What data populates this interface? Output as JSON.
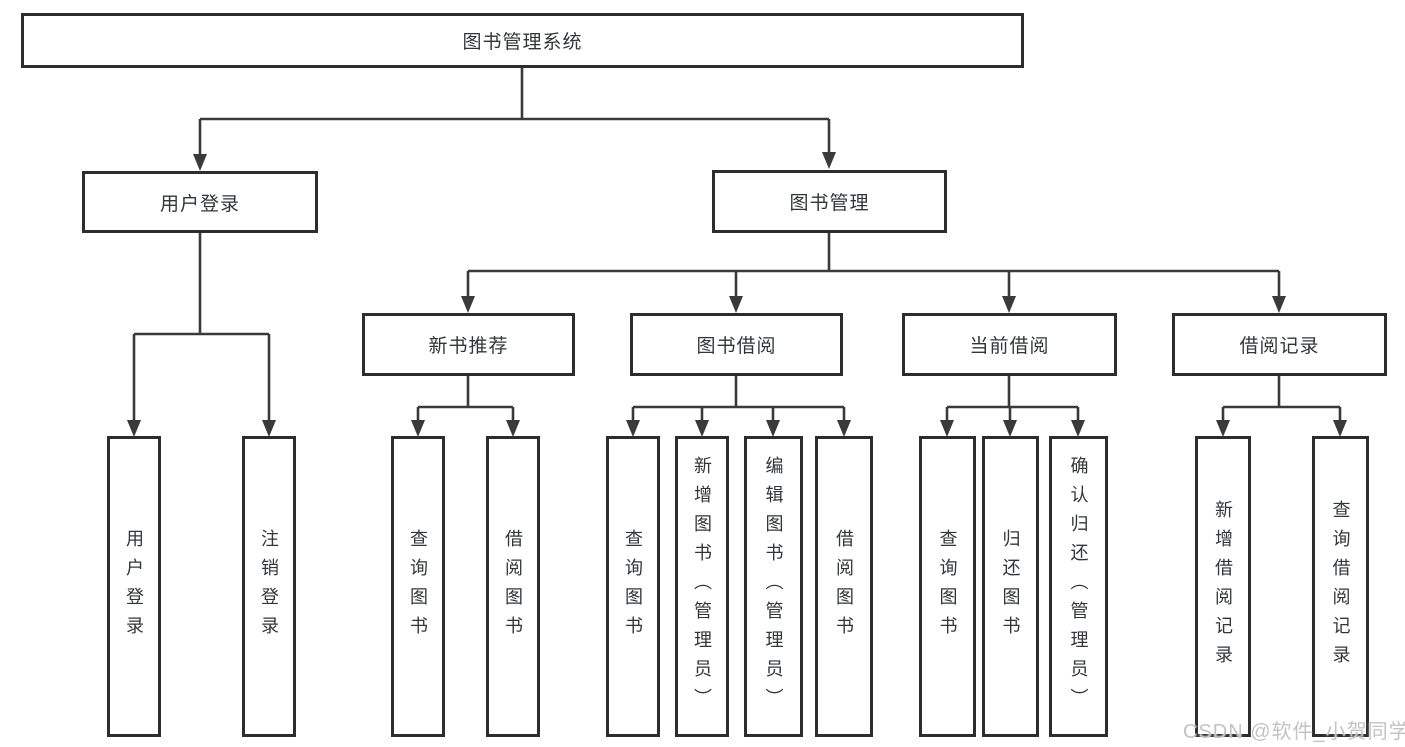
{
  "colors": {
    "line": "#3a3a3a",
    "border": "#2d2d2d",
    "fill": "#ffffff",
    "text": "#32353a",
    "watermark": "#c3c3c3"
  },
  "watermark": "CSDN @软件_小贺同学",
  "tree": {
    "root": {
      "label": "图书管理系统"
    },
    "branches": [
      {
        "label": "用户登录",
        "children": [
          {
            "label": "用户登录"
          },
          {
            "label": "注销登录"
          }
        ]
      },
      {
        "label": "图书管理",
        "children": [
          {
            "label": "新书推荐",
            "children": [
              {
                "label": "查询图书"
              },
              {
                "label": "借阅图书"
              }
            ]
          },
          {
            "label": "图书借阅",
            "children": [
              {
                "label": "查询图书"
              },
              {
                "label": "新增图书（管理员）"
              },
              {
                "label": "编辑图书（管理员）"
              },
              {
                "label": "借阅图书"
              }
            ]
          },
          {
            "label": "当前借阅",
            "children": [
              {
                "label": "查询图书"
              },
              {
                "label": "归还图书"
              },
              {
                "label": "确认归还（管理员）"
              }
            ]
          },
          {
            "label": "借阅记录",
            "children": [
              {
                "label": "新增借阅记录"
              },
              {
                "label": "查询借阅记录"
              }
            ]
          }
        ]
      }
    ]
  }
}
